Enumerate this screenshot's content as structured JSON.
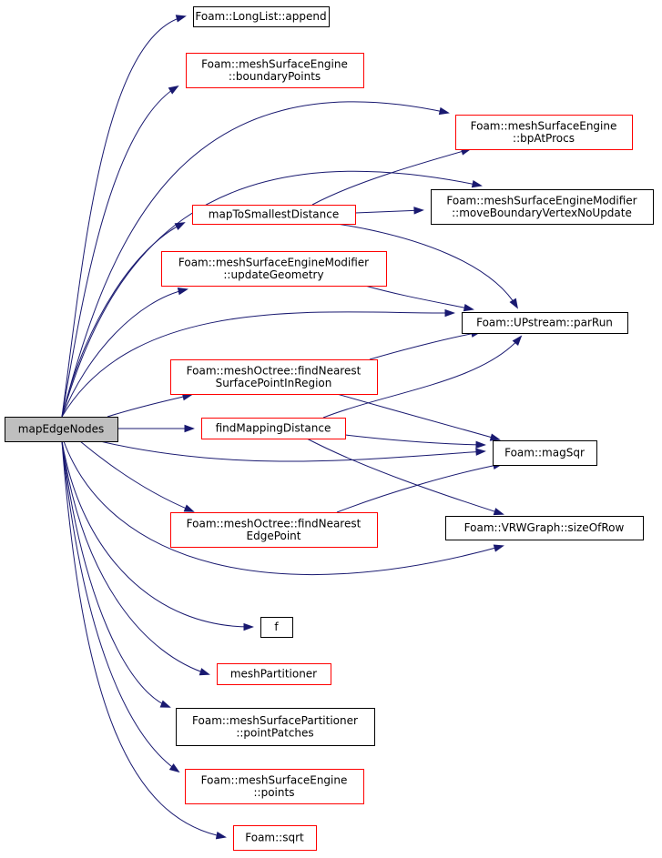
{
  "colors": {
    "edge": "#191970",
    "border_default": "#000000",
    "border_incomplete": "#ff0000",
    "root_fill": "#bfbfbf",
    "node_fill": "#ffffff"
  },
  "nodes": [
    {
      "id": "mapEdgeNodes",
      "lines": [
        "mapEdgeNodes"
      ],
      "kind": "root"
    },
    {
      "id": "append",
      "lines": [
        "Foam::LongList::append"
      ],
      "kind": "normal"
    },
    {
      "id": "boundaryPoints",
      "lines": [
        "Foam::meshSurfaceEngine",
        "::boundaryPoints"
      ],
      "kind": "incomplete"
    },
    {
      "id": "bpAtProcs",
      "lines": [
        "Foam::meshSurfaceEngine",
        "::bpAtProcs"
      ],
      "kind": "incomplete"
    },
    {
      "id": "moveBoundaryVertexNoUpdate",
      "lines": [
        "Foam::meshSurfaceEngineModifier",
        "::moveBoundaryVertexNoUpdate"
      ],
      "kind": "normal"
    },
    {
      "id": "mapToSmallestDistance",
      "lines": [
        "mapToSmallestDistance"
      ],
      "kind": "incomplete"
    },
    {
      "id": "updateGeometry",
      "lines": [
        "Foam::meshSurfaceEngineModifier",
        "::updateGeometry"
      ],
      "kind": "incomplete"
    },
    {
      "id": "parRun",
      "lines": [
        "Foam::UPstream::parRun"
      ],
      "kind": "normal"
    },
    {
      "id": "findNearestSurfacePointInRegion",
      "lines": [
        "Foam::meshOctree::findNearest",
        "SurfacePointInRegion"
      ],
      "kind": "incomplete"
    },
    {
      "id": "findMappingDistance",
      "lines": [
        "findMappingDistance"
      ],
      "kind": "incomplete"
    },
    {
      "id": "magSqr",
      "lines": [
        "Foam::magSqr"
      ],
      "kind": "normal"
    },
    {
      "id": "findNearestEdgePoint",
      "lines": [
        "Foam::meshOctree::findNearest",
        "EdgePoint"
      ],
      "kind": "incomplete"
    },
    {
      "id": "sizeOfRow",
      "lines": [
        "Foam::VRWGraph::sizeOfRow"
      ],
      "kind": "normal"
    },
    {
      "id": "f",
      "lines": [
        "f"
      ],
      "kind": "normal"
    },
    {
      "id": "meshPartitioner",
      "lines": [
        "meshPartitioner"
      ],
      "kind": "incomplete"
    },
    {
      "id": "pointPatches",
      "lines": [
        "Foam::meshSurfacePartitioner",
        "::pointPatches"
      ],
      "kind": "normal"
    },
    {
      "id": "points",
      "lines": [
        "Foam::meshSurfaceEngine",
        "::points"
      ],
      "kind": "incomplete"
    },
    {
      "id": "sqrt",
      "lines": [
        "Foam::sqrt"
      ],
      "kind": "incomplete"
    }
  ],
  "edges": [
    {
      "from": "mapEdgeNodes",
      "to": "append"
    },
    {
      "from": "mapEdgeNodes",
      "to": "boundaryPoints"
    },
    {
      "from": "mapEdgeNodes",
      "to": "bpAtProcs"
    },
    {
      "from": "mapEdgeNodes",
      "to": "moveBoundaryVertexNoUpdate"
    },
    {
      "from": "mapEdgeNodes",
      "to": "mapToSmallestDistance"
    },
    {
      "from": "mapEdgeNodes",
      "to": "updateGeometry"
    },
    {
      "from": "mapEdgeNodes",
      "to": "parRun"
    },
    {
      "from": "mapEdgeNodes",
      "to": "findNearestSurfacePointInRegion"
    },
    {
      "from": "mapEdgeNodes",
      "to": "findMappingDistance"
    },
    {
      "from": "mapEdgeNodes",
      "to": "magSqr"
    },
    {
      "from": "mapEdgeNodes",
      "to": "findNearestEdgePoint"
    },
    {
      "from": "mapEdgeNodes",
      "to": "sizeOfRow"
    },
    {
      "from": "mapEdgeNodes",
      "to": "f"
    },
    {
      "from": "mapEdgeNodes",
      "to": "meshPartitioner"
    },
    {
      "from": "mapEdgeNodes",
      "to": "pointPatches"
    },
    {
      "from": "mapEdgeNodes",
      "to": "points"
    },
    {
      "from": "mapEdgeNodes",
      "to": "sqrt"
    },
    {
      "from": "mapToSmallestDistance",
      "to": "bpAtProcs"
    },
    {
      "from": "mapToSmallestDistance",
      "to": "moveBoundaryVertexNoUpdate"
    },
    {
      "from": "mapToSmallestDistance",
      "to": "parRun"
    },
    {
      "from": "updateGeometry",
      "to": "parRun"
    },
    {
      "from": "findNearestSurfacePointInRegion",
      "to": "parRun"
    },
    {
      "from": "findNearestSurfacePointInRegion",
      "to": "magSqr"
    },
    {
      "from": "findMappingDistance",
      "to": "parRun"
    },
    {
      "from": "findMappingDistance",
      "to": "magSqr"
    },
    {
      "from": "findMappingDistance",
      "to": "sizeOfRow"
    },
    {
      "from": "findNearestEdgePoint",
      "to": "magSqr"
    }
  ]
}
